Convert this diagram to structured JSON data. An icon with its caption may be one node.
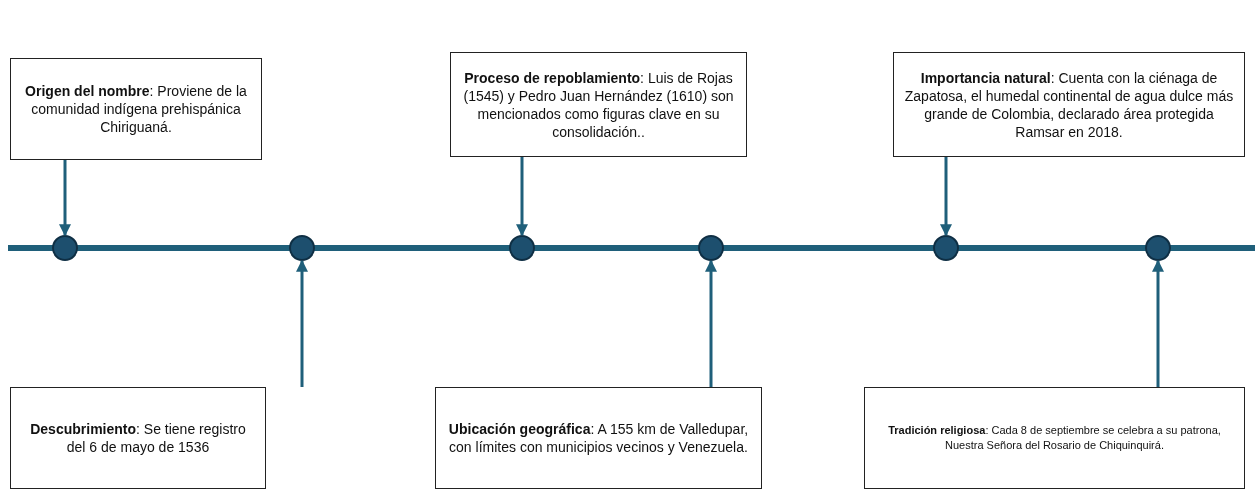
{
  "diagram": {
    "nodes": [
      {
        "text": [
          "**Origen del nombre**: Proviene de la comunidad indígena prehispánica Chiriguaná."
        ]
      },
      {
        "text": [
          "**Descubrimiento**: Se tiene registro del 6 de mayo de 1536"
        ]
      },
      {
        "text": [
          "**Proceso de repoblamiento**: Luis de Rojas (1545) y Pedro Juan Hernández (1610) son mencionados como figuras clave en su consolidación.."
        ]
      },
      {
        "text": [
          "**Ubicación geográfica**: A 155 km de Valledupar, con límites con municipios vecinos y Venezuela."
        ]
      },
      {
        "text": [
          "**Importancia natural**: Cuenta con la ciénaga de Zapatosa, el humedal continental de agua dulce más grande de Colombia, declarado área protegida Ramsar en 2018."
        ]
      },
      {
        "text": [
          "**Tradición religiosa**: Cada 8 de septiembre se celebra a su patrona, Nuestra Señora del Rosario de Chiquinquirá."
        ]
      },
      {
        "text": [],
        "shape": "circle"
      },
      {
        "text": [],
        "shape": "circle"
      },
      {
        "text": [],
        "shape": "circle"
      },
      {
        "text": [],
        "shape": "circle"
      },
      {
        "text": [],
        "shape": "circle"
      },
      {
        "text": [],
        "shape": "circle"
      }
    ],
    "edges": [
      {
        "from": 0,
        "to": 6,
        "arrow": "to"
      },
      {
        "from": 1,
        "to": 7,
        "arrow": "to"
      },
      {
        "from": 2,
        "to": 8,
        "arrow": "to"
      },
      {
        "from": 3,
        "to": 9,
        "arrow": "to"
      },
      {
        "from": 4,
        "to": 10,
        "arrow": "to"
      },
      {
        "from": 5,
        "to": 11,
        "arrow": "to"
      }
    ]
  }
}
